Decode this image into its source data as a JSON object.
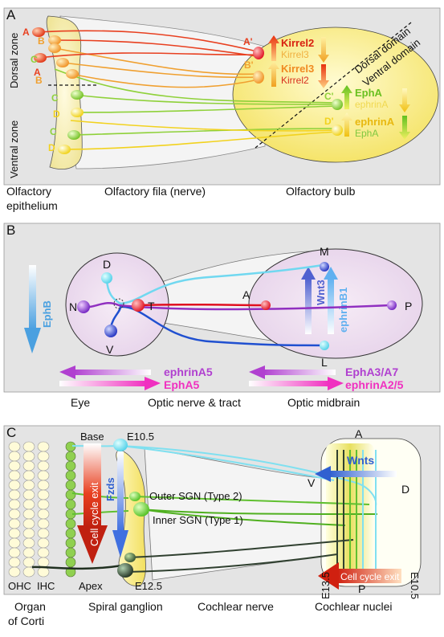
{
  "panelA": {
    "letter": "A",
    "zones": {
      "dorsal": "Dorsal zone",
      "ventral": "Ventral zone"
    },
    "cell_labels_epi": [
      "A",
      "B",
      "C",
      "A",
      "B",
      "C",
      "C",
      "D",
      "C",
      "D"
    ],
    "bottom_labels": {
      "epithelium_1": "Olfactory",
      "epithelium_2": "epithelium",
      "fila": "Olfactory fila (nerve)",
      "bulb": "Olfactory bulb"
    },
    "domain_labels": {
      "dorsal": "Dorsal domain",
      "ventral": "Ventral domain"
    },
    "glomeruli": {
      "a": "A'",
      "b": "B'",
      "c": "C'",
      "d": "D'"
    },
    "gene_labels": {
      "a1": "Kirrel2",
      "a2": "Kirrel3",
      "b1": "Kirrel3",
      "b2": "Kirrel2",
      "c1": "EphA",
      "c2": "ephrinA",
      "d1": "ephrinA",
      "d2": "EphA"
    },
    "colors": {
      "A": "#e8401c",
      "B": "#f0a030",
      "C": "#8fd13a",
      "D": "#f2d21e"
    }
  },
  "panelB": {
    "letter": "B",
    "eye_points": {
      "d": "D",
      "n": "N",
      "t": "T",
      "v": "V"
    },
    "midbrain_points": {
      "m": "M",
      "a": "A",
      "p": "P",
      "l": "L"
    },
    "gradients": {
      "ephb": "EphB",
      "wnt3": "Wnt3",
      "ephrinb1": "ephrinB1"
    },
    "arrow_labels": {
      "ephrina5": "ephrinA5",
      "epha5": "EphA5",
      "epha3a7": "EphA3/A7",
      "ephrina25": "ephrinA2/5"
    },
    "bottom_labels": {
      "eye": "Eye",
      "tract": "Optic nerve & tract",
      "midbrain": "Optic midbrain"
    }
  },
  "panelC": {
    "letter": "C",
    "top_labels": {
      "base": "Base",
      "e105": "E10.5",
      "a": "A",
      "v": "V",
      "d": "D"
    },
    "gradients": {
      "fzds": "Fzds",
      "wnts": "Wnts",
      "cellcycle": "Cell cycle exit"
    },
    "sgn": {
      "outer": "Outer SGN  (Type 2)",
      "inner": "Inner SGN  (Type 1)"
    },
    "bottom_markers": {
      "ohc": "OHC",
      "ihc": "IHC",
      "apex": "Apex",
      "e125": "E12.5",
      "e135": "E13.5",
      "e105b": "E10.5",
      "p": "P"
    },
    "bottom_labels": {
      "organ1": "Organ",
      "organ2": "of Corti",
      "spiral": "Spiral ganglion",
      "cochlear_nerve": "Cochlear nerve",
      "cochlear_nuclei": "Cochlear nuclei"
    }
  }
}
